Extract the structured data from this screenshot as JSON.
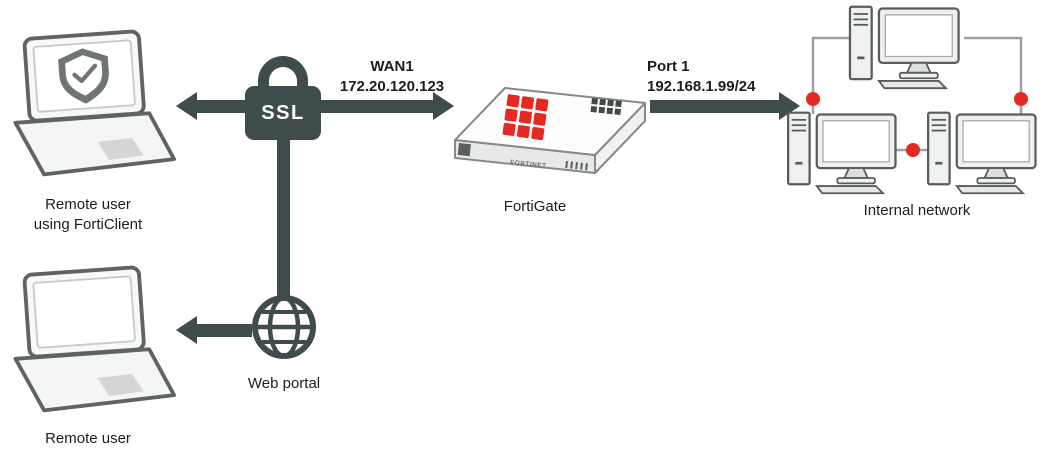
{
  "colors": {
    "dark": "#3f4c4d",
    "red": "#e42a22",
    "device_fill": "#eff0f0",
    "device_stroke": "#585c5e",
    "connector_gray": "#9ba0a1",
    "text": "#1b1d1e"
  },
  "nodes": {
    "remote_user_forticlient": {
      "icon": "laptop-with-shield-icon",
      "label_line1": "Remote user",
      "label_line2": "using FortiClient"
    },
    "remote_user": {
      "icon": "laptop-icon",
      "label": "Remote user"
    },
    "ssl": {
      "icon": "padlock-icon",
      "label": "SSL"
    },
    "web_portal": {
      "icon": "globe-icon",
      "label": "Web portal"
    },
    "fortigate": {
      "icon": "fortigate-appliance-icon",
      "label": "FortiGate",
      "brand": "FORTINET"
    },
    "internal_network": {
      "icon": "workstation-cluster-icon",
      "label": "Internal network",
      "workstation_count": 3
    }
  },
  "links": {
    "wan1": {
      "interface": "WAN1",
      "address": "172.20.120.123"
    },
    "port1": {
      "interface": "Port 1",
      "address": "192.168.1.99/24"
    }
  }
}
